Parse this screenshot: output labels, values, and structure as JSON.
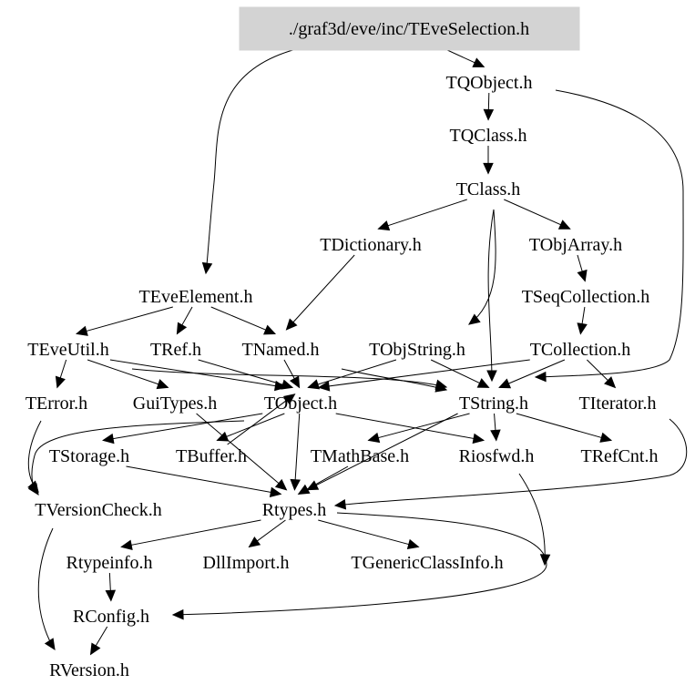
{
  "graph": {
    "title": "./graf3d/eve/inc/TEveSelection.h",
    "colors": {
      "root_fill": "#d3d3d3",
      "edge": "#000000",
      "text": "#000000",
      "background": "#ffffff"
    },
    "nodes": [
      {
        "id": "root",
        "label": "./graf3d/eve/inc/TEveSelection.h",
        "root": true
      },
      {
        "id": "TQObject",
        "label": "TQObject.h"
      },
      {
        "id": "TQClass",
        "label": "TQClass.h"
      },
      {
        "id": "TClass",
        "label": "TClass.h"
      },
      {
        "id": "TDictionary",
        "label": "TDictionary.h"
      },
      {
        "id": "TObjArray",
        "label": "TObjArray.h"
      },
      {
        "id": "TEveElement",
        "label": "TEveElement.h"
      },
      {
        "id": "TSeqCollection",
        "label": "TSeqCollection.h"
      },
      {
        "id": "TEveUtil",
        "label": "TEveUtil.h"
      },
      {
        "id": "TRef",
        "label": "TRef.h"
      },
      {
        "id": "TNamed",
        "label": "TNamed.h"
      },
      {
        "id": "TObjString",
        "label": "TObjString.h"
      },
      {
        "id": "TCollection",
        "label": "TCollection.h"
      },
      {
        "id": "TError",
        "label": "TError.h"
      },
      {
        "id": "GuiTypes",
        "label": "GuiTypes.h"
      },
      {
        "id": "TObject",
        "label": "TObject.h"
      },
      {
        "id": "TString",
        "label": "TString.h"
      },
      {
        "id": "TIterator",
        "label": "TIterator.h"
      },
      {
        "id": "TStorage",
        "label": "TStorage.h"
      },
      {
        "id": "TBuffer",
        "label": "TBuffer.h"
      },
      {
        "id": "TMathBase",
        "label": "TMathBase.h"
      },
      {
        "id": "Riosfwd",
        "label": "Riosfwd.h"
      },
      {
        "id": "TRefCnt",
        "label": "TRefCnt.h"
      },
      {
        "id": "TVersionCheck",
        "label": "TVersionCheck.h"
      },
      {
        "id": "Rtypes",
        "label": "Rtypes.h"
      },
      {
        "id": "Rtypeinfo",
        "label": "Rtypeinfo.h"
      },
      {
        "id": "DllImport",
        "label": "DllImport.h"
      },
      {
        "id": "TGenericClassInfo",
        "label": "TGenericClassInfo.h"
      },
      {
        "id": "RConfig",
        "label": "RConfig.h"
      },
      {
        "id": "RVersion",
        "label": "RVersion.h"
      }
    ],
    "edges": [
      [
        "root",
        "TQObject"
      ],
      [
        "root",
        "TEveElement"
      ],
      [
        "TQObject",
        "TQClass"
      ],
      [
        "TQObject",
        "TString"
      ],
      [
        "TQClass",
        "TClass"
      ],
      [
        "TClass",
        "TDictionary"
      ],
      [
        "TClass",
        "TObjArray"
      ],
      [
        "TClass",
        "TObjString"
      ],
      [
        "TClass",
        "TString"
      ],
      [
        "TDictionary",
        "TNamed"
      ],
      [
        "TObjArray",
        "TSeqCollection"
      ],
      [
        "TSeqCollection",
        "TCollection"
      ],
      [
        "TEveElement",
        "TEveUtil"
      ],
      [
        "TEveElement",
        "TRef"
      ],
      [
        "TEveElement",
        "TNamed"
      ],
      [
        "TEveUtil",
        "TError"
      ],
      [
        "TEveUtil",
        "GuiTypes"
      ],
      [
        "TEveUtil",
        "TObject"
      ],
      [
        "TEveUtil",
        "TString"
      ],
      [
        "TRef",
        "TObject"
      ],
      [
        "TNamed",
        "TObject"
      ],
      [
        "TNamed",
        "TString"
      ],
      [
        "TObjString",
        "TObject"
      ],
      [
        "TObjString",
        "TString"
      ],
      [
        "TCollection",
        "TObject"
      ],
      [
        "TCollection",
        "TString"
      ],
      [
        "TCollection",
        "TIterator"
      ],
      [
        "GuiTypes",
        "Rtypes"
      ],
      [
        "TObject",
        "TStorage"
      ],
      [
        "TObject",
        "TBuffer"
      ],
      [
        "TObject",
        "Rtypes"
      ],
      [
        "TObject",
        "Riosfwd"
      ],
      [
        "TObject",
        "TVersionCheck"
      ],
      [
        "TString",
        "TMathBase"
      ],
      [
        "TString",
        "Riosfwd"
      ],
      [
        "TString",
        "TRefCnt"
      ],
      [
        "TString",
        "Rtypes"
      ],
      [
        "TIterator",
        "Rtypes"
      ],
      [
        "TStorage",
        "Rtypes"
      ],
      [
        "TBuffer",
        "TObject"
      ],
      [
        "TMathBase",
        "Rtypes"
      ],
      [
        "Riosfwd",
        "RConfig"
      ],
      [
        "TError",
        "TVersionCheck"
      ],
      [
        "TVersionCheck",
        "RVersion"
      ],
      [
        "Rtypes",
        "Rtypeinfo"
      ],
      [
        "Rtypes",
        "DllImport"
      ],
      [
        "Rtypes",
        "TGenericClassInfo"
      ],
      [
        "Rtypes",
        "RConfig"
      ],
      [
        "Rtypeinfo",
        "RConfig"
      ],
      [
        "RConfig",
        "RVersion"
      ]
    ]
  }
}
